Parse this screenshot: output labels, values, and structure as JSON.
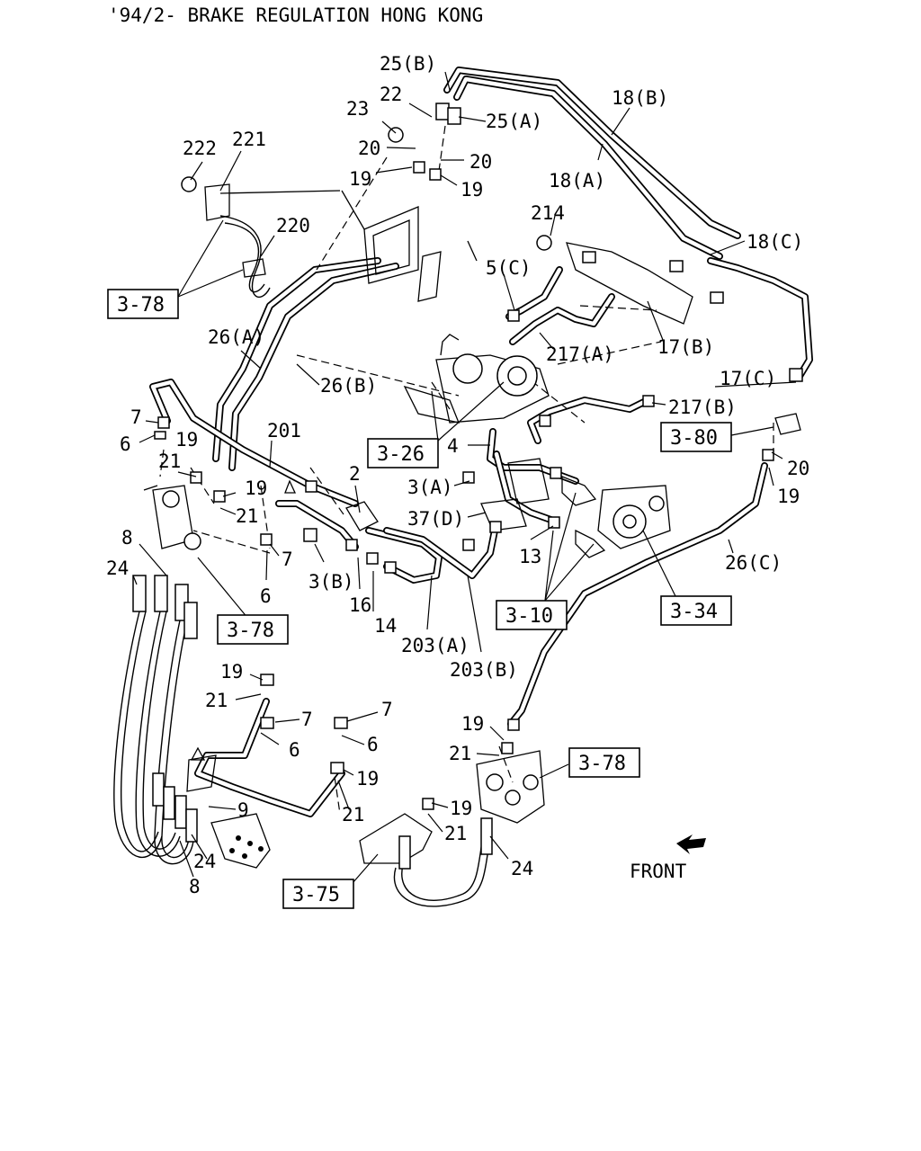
{
  "title": "'94/2- BRAKE REGULATION HONG KONG",
  "front_label": "FRONT",
  "part_labels": {
    "p25b": "25(B)",
    "p22": "22",
    "p23": "23",
    "p25a": "25(A)",
    "p18b": "18(B)",
    "p20_top_left": "20",
    "p20_top_right": "20",
    "p19_top_left": "19",
    "p19_top_right": "19",
    "p18a": "18(A)",
    "p222": "222",
    "p221": "221",
    "p220": "220",
    "p214": "214",
    "p18c": "18(C)",
    "p5c": "5(C)",
    "p17b": "17(B)",
    "p26a": "26(A)",
    "p26b": "26(B)",
    "p217a": "217(A)",
    "p17c": "17(C)",
    "p217b": "217(B)",
    "p7_upper": "7",
    "p6_upper": "6",
    "p201": "201",
    "p19_left_a": "19",
    "p21_left": "21",
    "p4": "4",
    "p20_right": "20",
    "p2": "2",
    "p3a": "3(A)",
    "p19_left_b": "19",
    "p21_left_b": "21",
    "p19_right": "19",
    "p37d": "37(D)",
    "p8_upper": "8",
    "p7_mid": "7",
    "p3b": "3(B)",
    "p13": "13",
    "p26c": "26(C)",
    "p24_upper": "24",
    "p6_mid": "6",
    "p16": "16",
    "p14": "14",
    "p203a": "203(A)",
    "p203b": "203(B)",
    "p19_lower_a": "19",
    "p21_lower_a": "21",
    "p7_lower_a": "7",
    "p7_lower_b": "7",
    "p6_lower_a": "6",
    "p6_lower_b": "6",
    "p19_lower_b": "19",
    "p21_lower_b": "21",
    "p19_lower_c": "19",
    "p21_lower_c": "21",
    "p9": "9",
    "p19_lower_d": "19",
    "p21_lower_d": "21",
    "p24_lower_a": "24",
    "p24_lower_b": "24",
    "p8_lower": "8"
  },
  "reference_boxes": {
    "ref_3_78_a": "3-78",
    "ref_3_26": "3-26",
    "ref_3_80": "3-80",
    "ref_3_78_b": "3-78",
    "ref_3_10": "3-10",
    "ref_3_34": "3-34",
    "ref_3_78_c": "3-78",
    "ref_3_75": "3-75"
  }
}
